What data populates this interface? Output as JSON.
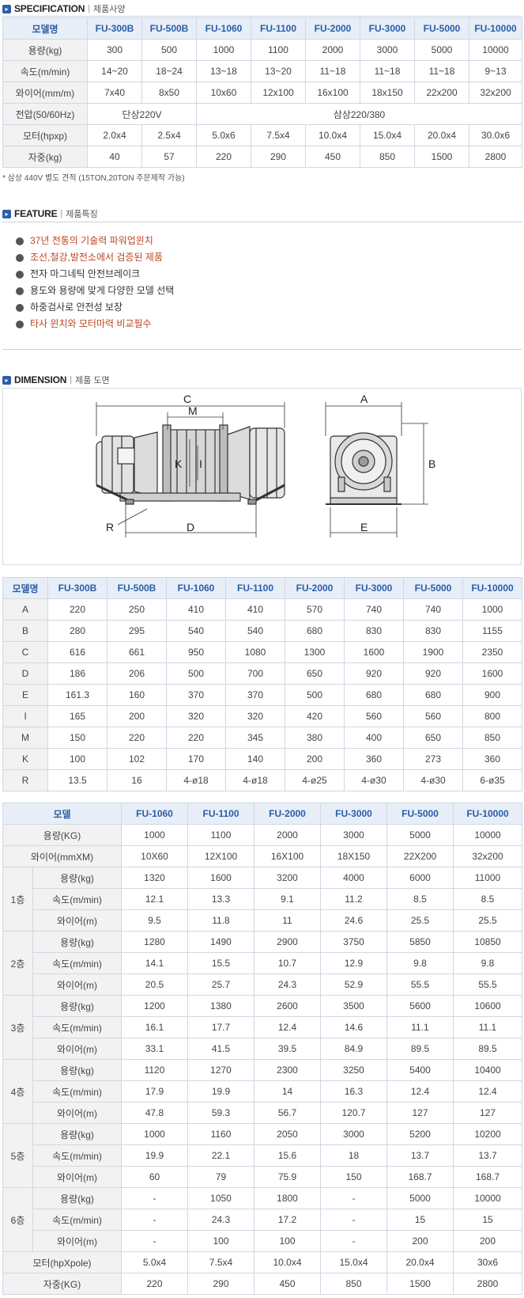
{
  "spec_section": {
    "title": "SPECIFICATION",
    "subtitle": "제품사양"
  },
  "spec_table": {
    "header_label": "모델명",
    "models": [
      "FU-300B",
      "FU-500B",
      "FU-1060",
      "FU-1100",
      "FU-2000",
      "FU-3000",
      "FU-5000",
      "FU-10000"
    ],
    "rows": [
      {
        "label": "용량(kg)",
        "values": [
          "300",
          "500",
          "1000",
          "1100",
          "2000",
          "3000",
          "5000",
          "10000"
        ]
      },
      {
        "label": "속도(m/min)",
        "values": [
          "14~20",
          "18~24",
          "13~18",
          "13~20",
          "11~18",
          "11~18",
          "11~18",
          "9~13"
        ]
      },
      {
        "label": "와이어(mm/m)",
        "values": [
          "7x40",
          "8x50",
          "10x60",
          "12x100",
          "16x100",
          "18x150",
          "22x200",
          "32x200"
        ]
      }
    ],
    "voltage": {
      "label": "전압(50/60Hz)",
      "single": "단상220V",
      "three": "삼상220/380"
    },
    "rows2": [
      {
        "label": "모터(hpxp)",
        "values": [
          "2.0x4",
          "2.5x4",
          "5.0x6",
          "7.5x4",
          "10.0x4",
          "15.0x4",
          "20.0x4",
          "30.0x6"
        ]
      },
      {
        "label": "자중(kg)",
        "values": [
          "40",
          "57",
          "220",
          "290",
          "450",
          "850",
          "1500",
          "2800"
        ]
      }
    ],
    "note": "* 삼상 440V 별도 견적 (15TON,20TON 주문제작 가능)"
  },
  "feature_section": {
    "title": "FEATURE",
    "subtitle": "제품특징",
    "items": [
      {
        "text": "37년 전통의 기술력 파워업윈치",
        "highlight": true
      },
      {
        "text": "조선,철강,발전소에서 검증된 제품",
        "highlight": true
      },
      {
        "text": "전자 마그네틱 안전브레이크",
        "highlight": false
      },
      {
        "text": "용도와 용량에 맞게 다양한 모델 선택",
        "highlight": false
      },
      {
        "text": "하중검사로 안전성 보장",
        "highlight": false
      },
      {
        "text": "타사 윈치와 모터마력 비교필수",
        "highlight": true
      }
    ]
  },
  "dimension_section": {
    "title": "DIMENSION",
    "subtitle": "제품 도면",
    "labels": {
      "c": "C",
      "m": "M",
      "k": "K",
      "i": "I",
      "r": "R",
      "d": "D",
      "a": "A",
      "b": "B",
      "e": "E"
    }
  },
  "dim_table": {
    "header_label": "모델명",
    "models": [
      "FU-300B",
      "FU-500B",
      "FU-1060",
      "FU-1100",
      "FU-2000",
      "FU-3000",
      "FU-5000",
      "FU-10000"
    ],
    "rows": [
      {
        "label": "A",
        "values": [
          "220",
          "250",
          "410",
          "410",
          "570",
          "740",
          "740",
          "1000"
        ]
      },
      {
        "label": "B",
        "values": [
          "280",
          "295",
          "540",
          "540",
          "680",
          "830",
          "830",
          "1155"
        ]
      },
      {
        "label": "C",
        "values": [
          "616",
          "661",
          "950",
          "1080",
          "1300",
          "1600",
          "1900",
          "2350"
        ]
      },
      {
        "label": "D",
        "values": [
          "186",
          "206",
          "500",
          "700",
          "650",
          "920",
          "920",
          "1600"
        ]
      },
      {
        "label": "E",
        "values": [
          "161.3",
          "160",
          "370",
          "370",
          "500",
          "680",
          "680",
          "900"
        ]
      },
      {
        "label": "I",
        "values": [
          "165",
          "200",
          "320",
          "320",
          "420",
          "560",
          "560",
          "800"
        ]
      },
      {
        "label": "M",
        "values": [
          "150",
          "220",
          "220",
          "345",
          "380",
          "400",
          "650",
          "850"
        ]
      },
      {
        "label": "K",
        "values": [
          "100",
          "102",
          "170",
          "140",
          "200",
          "360",
          "273",
          "360"
        ]
      },
      {
        "label": "R",
        "values": [
          "13.5",
          "16",
          "4-ø18",
          "4-ø18",
          "4-ø25",
          "4-ø30",
          "4-ø30",
          "6-ø35"
        ]
      }
    ]
  },
  "layer_table": {
    "header_label": "모델",
    "models": [
      "FU-1060",
      "FU-1100",
      "FU-2000",
      "FU-3000",
      "FU-5000",
      "FU-10000"
    ],
    "top_rows": [
      {
        "label": "용량(KG)",
        "values": [
          "1000",
          "1100",
          "2000",
          "3000",
          "5000",
          "10000"
        ]
      },
      {
        "label": "와이어(mmXM)",
        "values": [
          "10X60",
          "12X100",
          "16X100",
          "18X150",
          "22X200",
          "32x200"
        ]
      }
    ],
    "layers": [
      {
        "name": "1층",
        "rows": [
          {
            "label": "용량(kg)",
            "values": [
              "1320",
              "1600",
              "3200",
              "4000",
              "6000",
              "11000"
            ]
          },
          {
            "label": "속도(m/min)",
            "values": [
              "12.1",
              "13.3",
              "9.1",
              "11.2",
              "8.5",
              "8.5"
            ]
          },
          {
            "label": "와이어(m)",
            "values": [
              "9.5",
              "11.8",
              "11",
              "24.6",
              "25.5",
              "25.5"
            ]
          }
        ]
      },
      {
        "name": "2층",
        "rows": [
          {
            "label": "용량(kg)",
            "values": [
              "1280",
              "1490",
              "2900",
              "3750",
              "5850",
              "10850"
            ]
          },
          {
            "label": "속도(m/min)",
            "values": [
              "14.1",
              "15.5",
              "10.7",
              "12.9",
              "9.8",
              "9.8"
            ]
          },
          {
            "label": "와이어(m)",
            "values": [
              "20.5",
              "25.7",
              "24.3",
              "52.9",
              "55.5",
              "55.5"
            ]
          }
        ]
      },
      {
        "name": "3층",
        "rows": [
          {
            "label": "용량(kg)",
            "values": [
              "1200",
              "1380",
              "2600",
              "3500",
              "5600",
              "10600"
            ]
          },
          {
            "label": "속도(m/min)",
            "values": [
              "16.1",
              "17.7",
              "12.4",
              "14.6",
              "11.1",
              "11.1"
            ]
          },
          {
            "label": "와이어(m)",
            "values": [
              "33.1",
              "41.5",
              "39.5",
              "84.9",
              "89.5",
              "89.5"
            ]
          }
        ]
      },
      {
        "name": "4층",
        "rows": [
          {
            "label": "용량(kg)",
            "values": [
              "1120",
              "1270",
              "2300",
              "3250",
              "5400",
              "10400"
            ]
          },
          {
            "label": "속도(m/min)",
            "values": [
              "17.9",
              "19.9",
              "14",
              "16.3",
              "12.4",
              "12.4"
            ]
          },
          {
            "label": "와이어(m)",
            "values": [
              "47.8",
              "59.3",
              "56.7",
              "120.7",
              "127",
              "127"
            ]
          }
        ]
      },
      {
        "name": "5층",
        "rows": [
          {
            "label": "용량(kg)",
            "values": [
              "1000",
              "1160",
              "2050",
              "3000",
              "5200",
              "10200"
            ]
          },
          {
            "label": "속도(m/min)",
            "values": [
              "19.9",
              "22.1",
              "15.6",
              "18",
              "13.7",
              "13.7"
            ]
          },
          {
            "label": "와이어(m)",
            "values": [
              "60",
              "79",
              "75.9",
              "150",
              "168.7",
              "168.7"
            ]
          }
        ]
      },
      {
        "name": "6층",
        "rows": [
          {
            "label": "용량(kg)",
            "values": [
              "-",
              "1050",
              "1800",
              "-",
              "5000",
              "10000"
            ]
          },
          {
            "label": "속도(m/min)",
            "values": [
              "-",
              "24.3",
              "17.2",
              "-",
              "15",
              "15"
            ]
          },
          {
            "label": "와이어(m)",
            "values": [
              "-",
              "100",
              "100",
              "-",
              "200",
              "200"
            ]
          }
        ]
      }
    ],
    "bottom_rows": [
      {
        "label": "모터(hpXpole)",
        "values": [
          "5.0x4",
          "7.5x4",
          "10.0x4",
          "15.0x4",
          "20.0x4",
          "30x6"
        ]
      },
      {
        "label": "자중(KG)",
        "values": [
          "220",
          "290",
          "450",
          "850",
          "1500",
          "2800"
        ]
      }
    ]
  }
}
